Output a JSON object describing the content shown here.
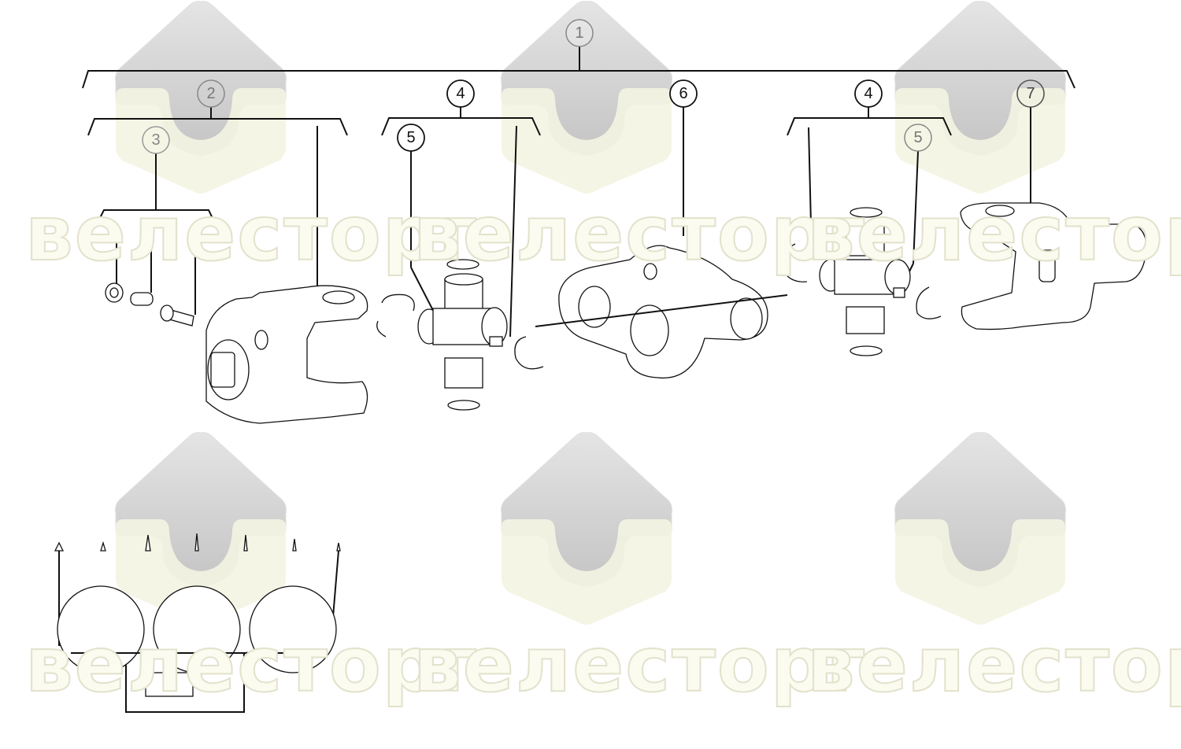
{
  "diagram": {
    "watermark_text": "велесторг",
    "callouts": [
      {
        "id": "callout-1",
        "label": "1"
      },
      {
        "id": "callout-2",
        "label": "2"
      },
      {
        "id": "callout-3",
        "label": "3"
      },
      {
        "id": "callout-4a",
        "label": "4"
      },
      {
        "id": "callout-5a",
        "label": "5"
      },
      {
        "id": "callout-6",
        "label": "6"
      },
      {
        "id": "callout-4b",
        "label": "4"
      },
      {
        "id": "callout-5b",
        "label": "5"
      },
      {
        "id": "callout-7",
        "label": "7"
      }
    ],
    "colors": {
      "watermark_grey": "#cfcfcf",
      "watermark_beige": "#f4f4e2",
      "line": "#111111"
    }
  }
}
